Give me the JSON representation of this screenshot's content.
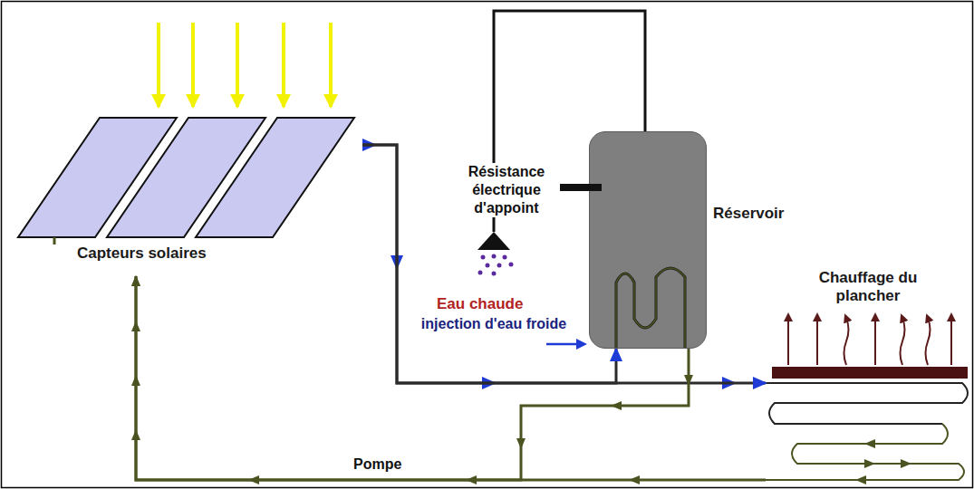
{
  "diagram": {
    "nodes": [
      {
        "text": [
          "Capteurs solaires"
        ]
      },
      {
        "text": [
          "Réservoir"
        ]
      },
      {
        "text": [
          "Chauffage du plancher"
        ]
      }
    ],
    "edges": [
      {
        "from": 0,
        "to": 1,
        "arrow": "to"
      },
      {
        "from": 0,
        "to": 2,
        "arrow": "to"
      },
      {
        "from": 2,
        "to": 0,
        "label": "Pompe",
        "arrow": "to"
      },
      {
        "from": 1,
        "to": 0,
        "arrow": "to"
      }
    ],
    "labels": [
      "Résistance électrique d'appoint",
      "Eau chaude",
      "injection d'eau froide"
    ]
  }
}
